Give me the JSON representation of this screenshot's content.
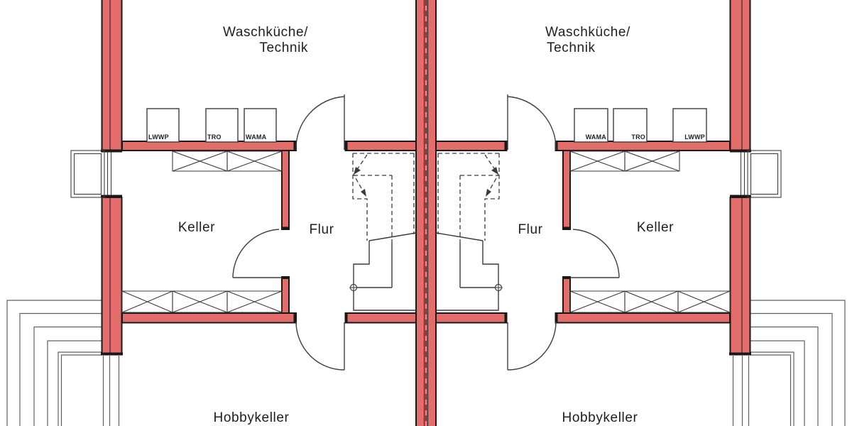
{
  "colors": {
    "background": "#ffffff",
    "wall_fill": "#e26d6b",
    "wall_outline": "#181818",
    "line": "#3c3c3c",
    "step_line": "#606060",
    "text": "#1e1e1e"
  },
  "units": [
    {
      "side": "left",
      "rooms": {
        "laundry_line1": "Waschküche/",
        "laundry_line2": "Technik",
        "keller": "Keller",
        "flur": "Flur",
        "hobbykeller": "Hobbykeller"
      },
      "appliances": [
        {
          "label": "LWWP"
        },
        {
          "label": "TRO"
        },
        {
          "label": "WAMA"
        }
      ]
    },
    {
      "side": "right",
      "rooms": {
        "laundry_line1": "Waschküche/",
        "laundry_line2": "Technik",
        "keller": "Keller",
        "flur": "Flur",
        "hobbykeller": "Hobbykeller"
      },
      "appliances": [
        {
          "label": "WAMA"
        },
        {
          "label": "TRO"
        },
        {
          "label": "LWWP"
        }
      ]
    }
  ]
}
